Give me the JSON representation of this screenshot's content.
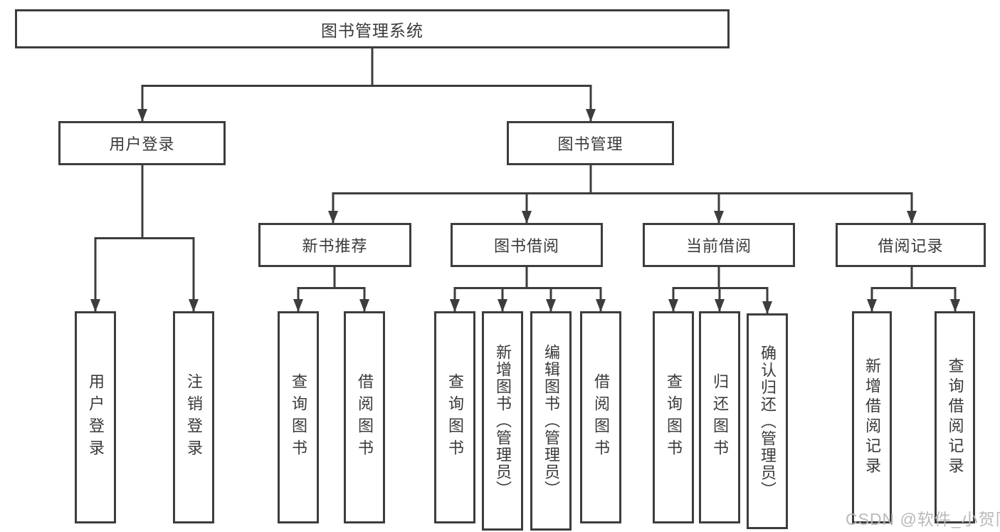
{
  "tree": {
    "root": {
      "label": "图书管理系统"
    },
    "branches": [
      {
        "label": "用户登录",
        "leaves": [
          {
            "label": "用户登录"
          },
          {
            "label": "注销登录"
          }
        ]
      },
      {
        "label": "图书管理",
        "groups": [
          {
            "label": "新书推荐",
            "leaves": [
              {
                "label": "查询图书"
              },
              {
                "label": "借阅图书"
              }
            ]
          },
          {
            "label": "图书借阅",
            "leaves": [
              {
                "label": "查询图书"
              },
              {
                "label": "新增图书（管理员）"
              },
              {
                "label": "编辑图书（管理员）"
              },
              {
                "label": "借阅图书"
              }
            ]
          },
          {
            "label": "当前借阅",
            "leaves": [
              {
                "label": "查询图书"
              },
              {
                "label": "归还图书"
              },
              {
                "label": "确认归还（管理员）"
              }
            ]
          },
          {
            "label": "借阅记录",
            "leaves": [
              {
                "label": "新增借阅记录"
              },
              {
                "label": "查询借阅记录"
              }
            ]
          }
        ]
      }
    ]
  },
  "watermark": {
    "text": "CSDN @软件_小贺同学"
  },
  "colors": {
    "line": "#3d3d3d",
    "text": "#3a3a3a",
    "watermark": "#b9b9b9",
    "background": "#ffffff"
  }
}
